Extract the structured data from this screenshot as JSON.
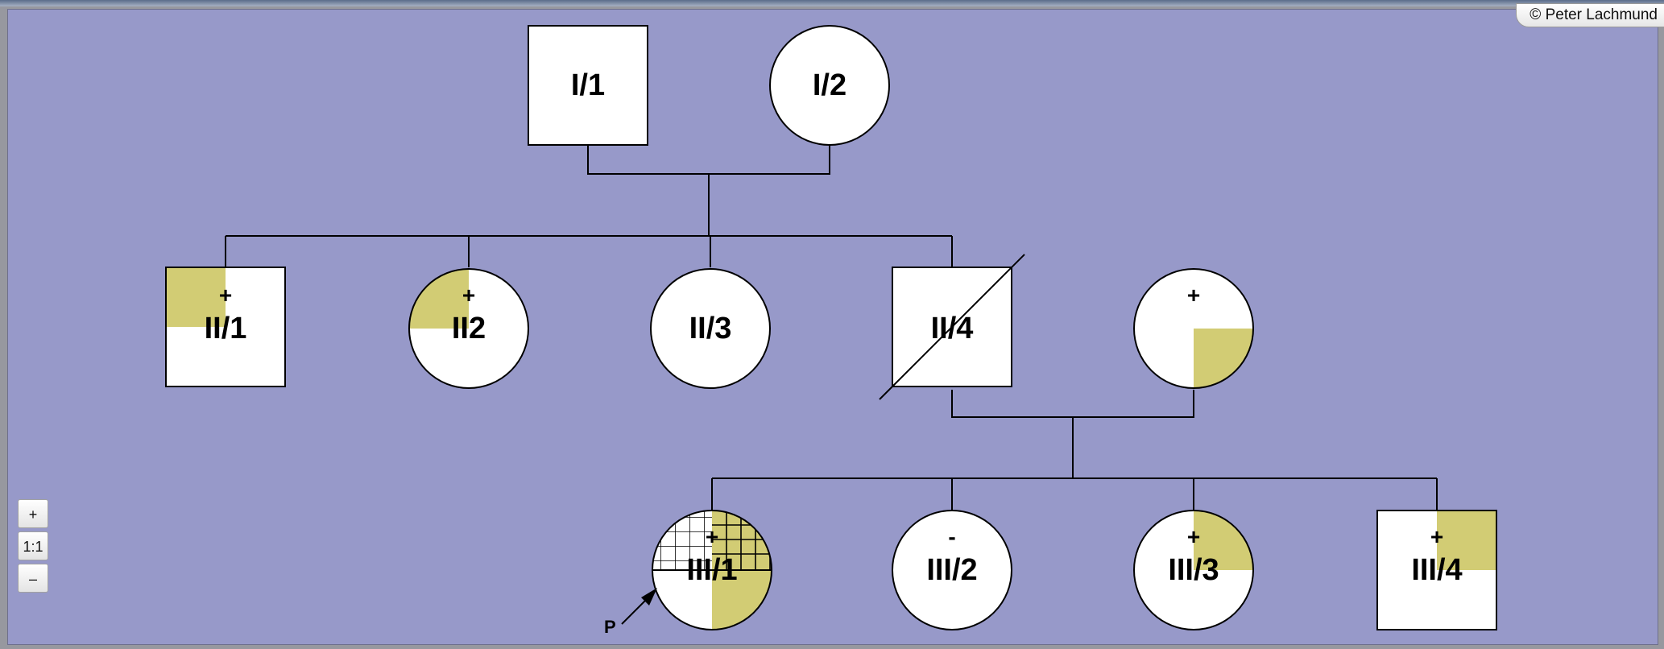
{
  "copyright": "© Peter Lachmund",
  "zoom": {
    "in_label": "+",
    "reset_label": "1:1",
    "out_label": "–"
  },
  "proband_label": "P",
  "colors": {
    "canvas": "#9799c9",
    "affected_fill": "#d2cc74",
    "symbol_fill": "#ffffff"
  },
  "individuals": [
    {
      "id": "I1",
      "label": "I/1",
      "sex": "male",
      "mark": ""
    },
    {
      "id": "I2",
      "label": "I/2",
      "sex": "female",
      "mark": ""
    },
    {
      "id": "II1",
      "label": "II/1",
      "sex": "male",
      "mark": "+",
      "shading": "top-left quadrant"
    },
    {
      "id": "II2",
      "label": "II2",
      "sex": "female",
      "mark": "+",
      "shading": "top-left quadrant"
    },
    {
      "id": "II3",
      "label": "II/3",
      "sex": "female",
      "mark": ""
    },
    {
      "id": "II4",
      "label": "II/4",
      "sex": "male",
      "mark": "",
      "deceased": true
    },
    {
      "id": "II5",
      "label": "",
      "sex": "female",
      "mark": "+",
      "shading": "bottom-right quadrant"
    },
    {
      "id": "III1",
      "label": "III/1",
      "sex": "female",
      "mark": "+",
      "shading": "top-left hatched, top-right and bottom-right filled",
      "proband": true
    },
    {
      "id": "III2",
      "label": "III/2",
      "sex": "female",
      "mark": "-"
    },
    {
      "id": "III3",
      "label": "III/3",
      "sex": "female",
      "mark": "+",
      "shading": "top-right quadrant"
    },
    {
      "id": "III4",
      "label": "III/4",
      "sex": "male",
      "mark": "+",
      "shading": "top-right quadrant"
    }
  ]
}
